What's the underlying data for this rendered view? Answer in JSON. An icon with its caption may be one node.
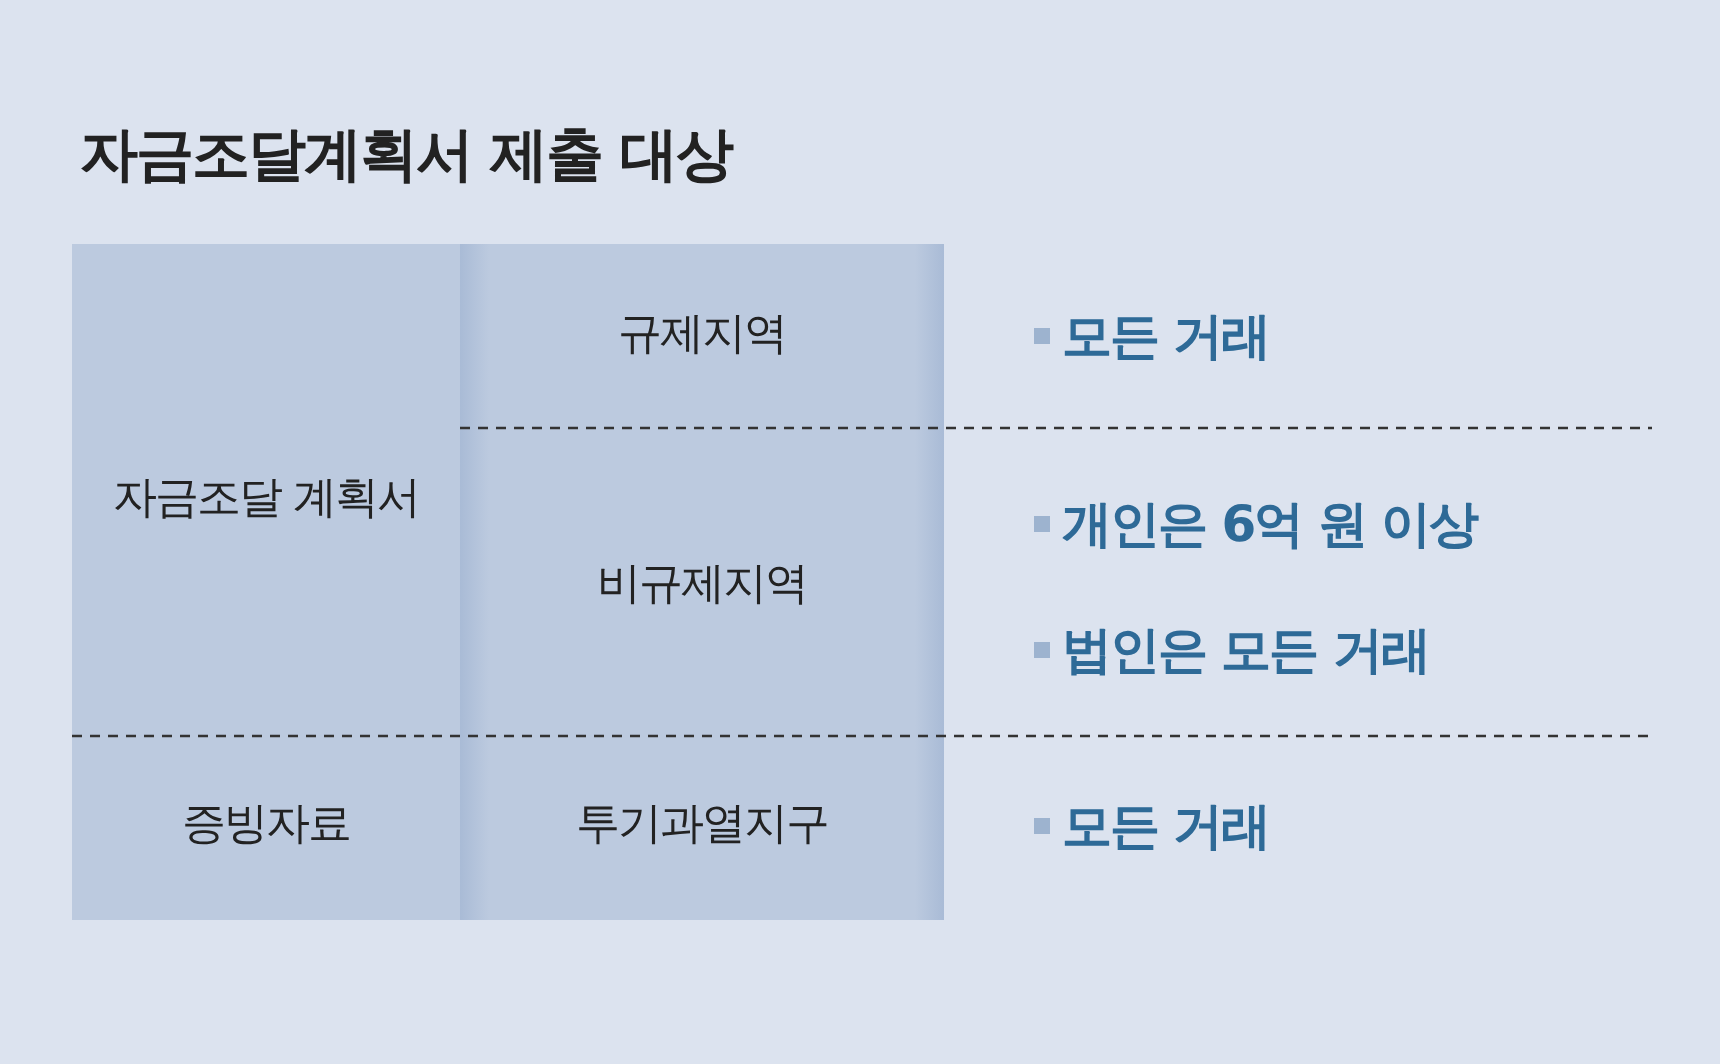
{
  "diagram": {
    "title": "자금조달계획서 제출 대상",
    "labels": [
      "자금조달 계획서",
      "규제지역",
      "모든 거래",
      "비규제지역",
      "개인은 6억 원 이상",
      "법인은 모든 거래",
      "증빙자료",
      "투기과열지구",
      "모든 거래"
    ]
  }
}
